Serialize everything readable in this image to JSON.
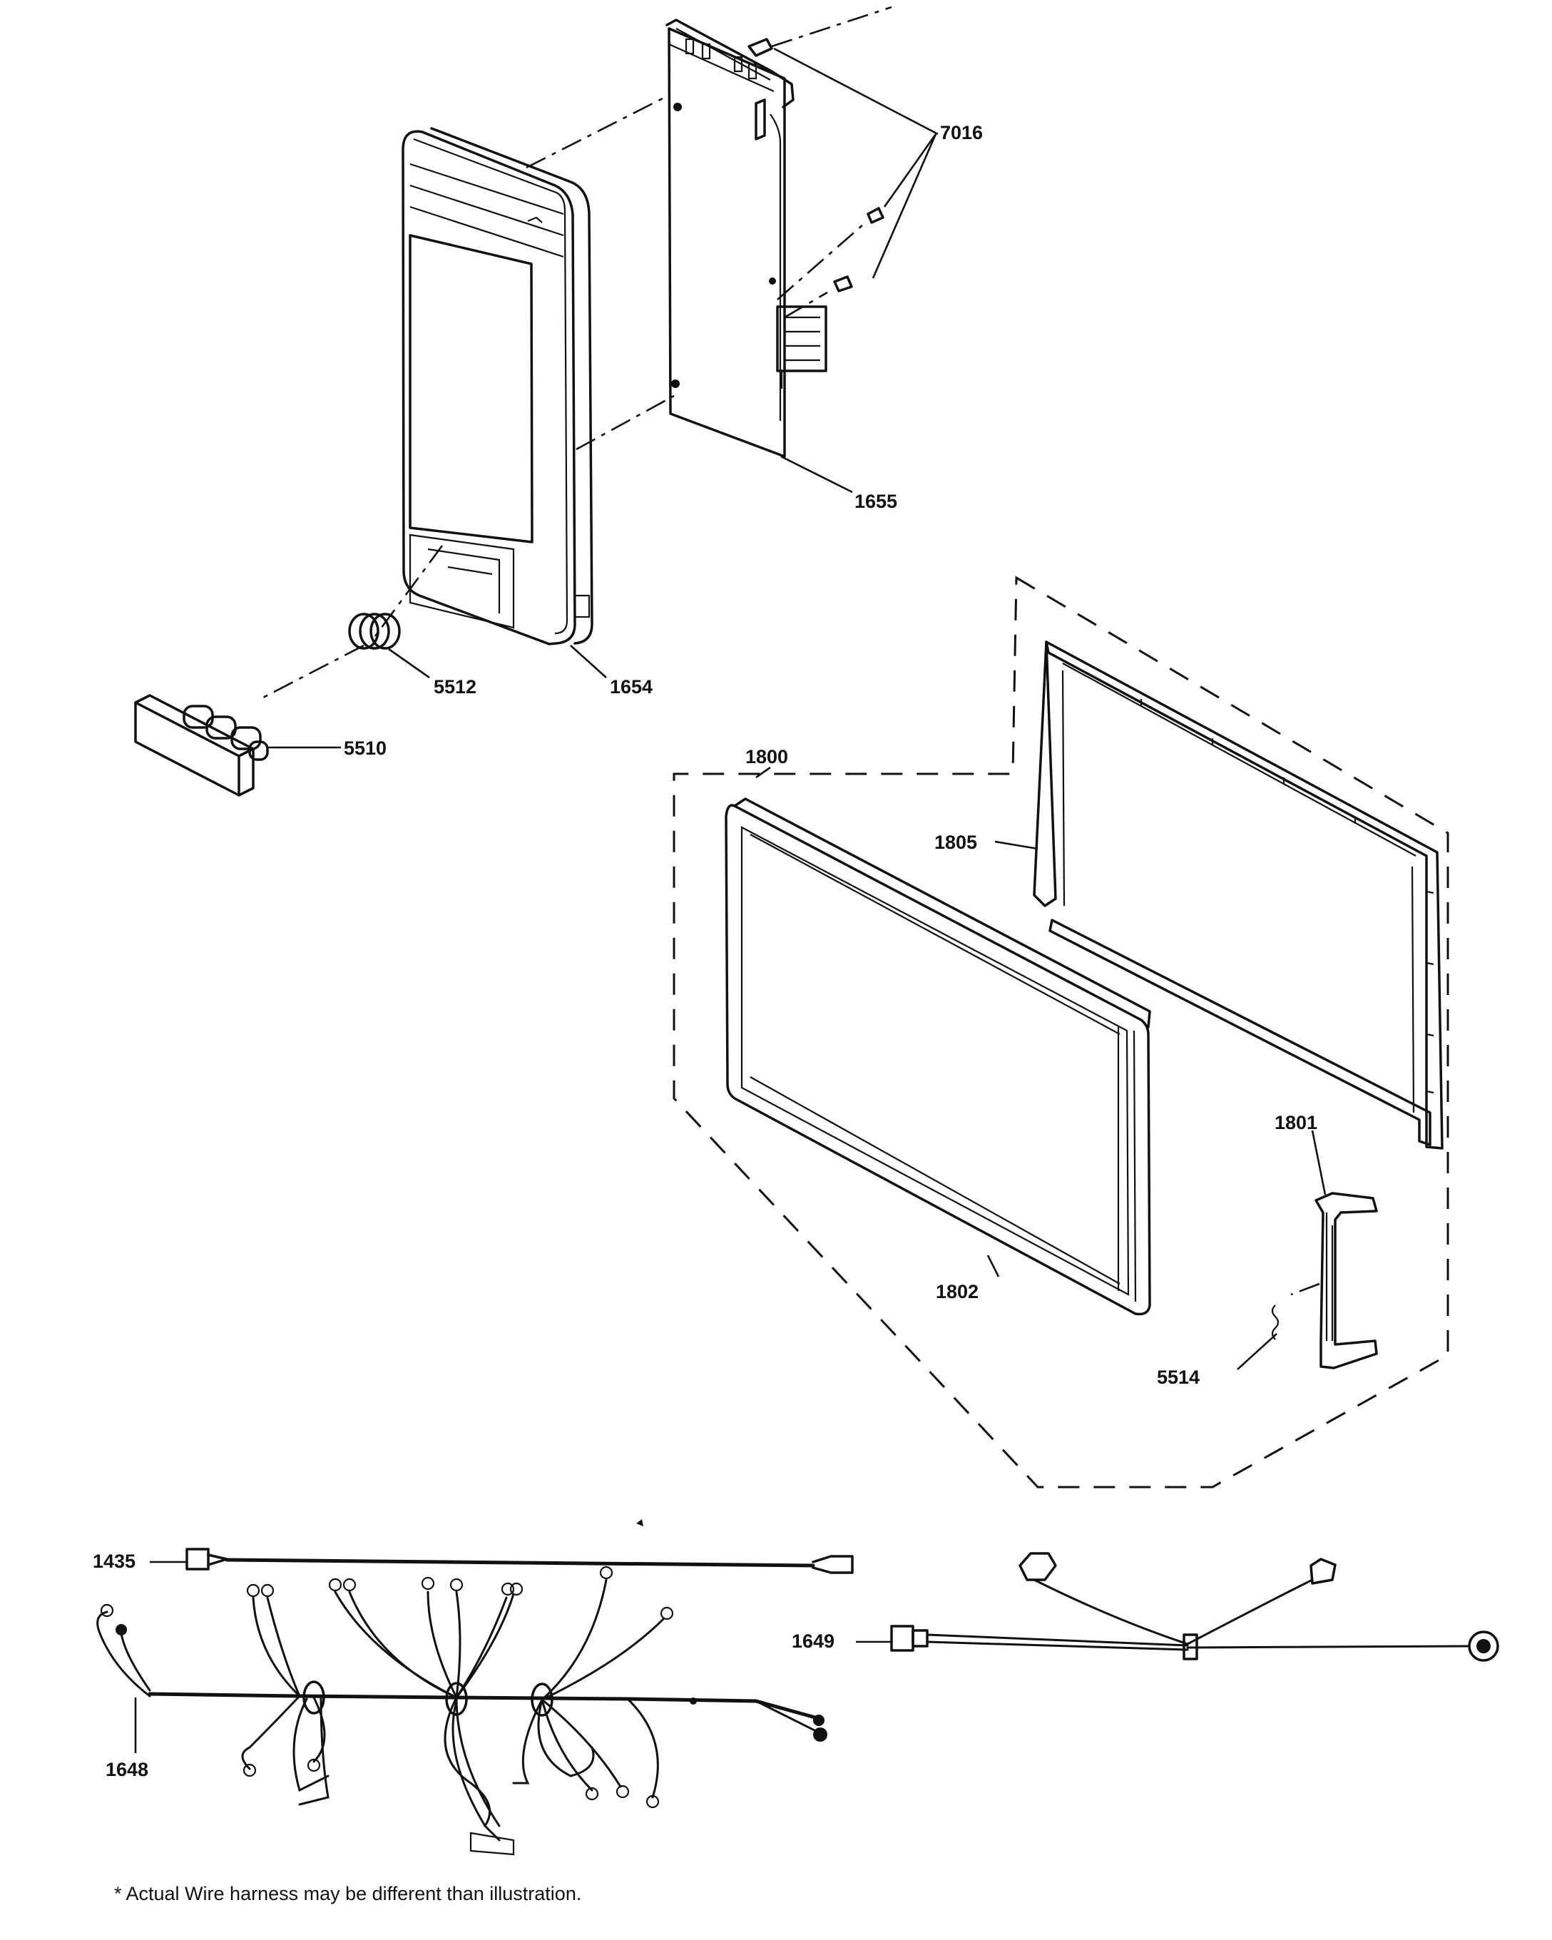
{
  "diagram": {
    "part_labels": {
      "p7016": "7016",
      "p1655": "1655",
      "p1654": "1654",
      "p5512": "5512",
      "p5510": "5510",
      "p1800": "1800",
      "p1805": "1805",
      "p1802": "1802",
      "p1801": "1801",
      "p5514": "5514",
      "p1435": "1435",
      "p1648": "1648",
      "p1649": "1649"
    },
    "footnote": "* Actual Wire harness may be different than illustration."
  }
}
